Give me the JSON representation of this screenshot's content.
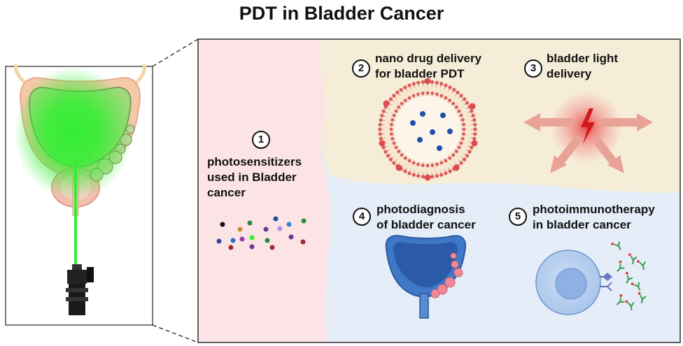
{
  "title": "PDT in Bladder Cancer",
  "sections": {
    "s1": {
      "number": "1",
      "line1": "photosensitizers",
      "line2": "used in Bladder",
      "line3": "cancer"
    },
    "s2": {
      "number": "2",
      "line1": "nano drug delivery",
      "line2": "for bladder PDT"
    },
    "s3": {
      "number": "3",
      "line1": "bladder light",
      "line2": "delivery"
    },
    "s4": {
      "number": "4",
      "line1": "photodiagnosis",
      "line2": "of bladder cancer"
    },
    "s5": {
      "number": "5",
      "line1": "photoimmunotherapy",
      "line2": "in bladder cancer"
    }
  },
  "colors": {
    "panel_pink": "#fbe3e6",
    "panel_beige": "#f6edd9",
    "panel_blue": "#e4edf8",
    "laser_green": "#33ee33",
    "bladder_blue": "#3f78c8",
    "tumor_pink": "#f08a9a",
    "lipid_red": "#d95a5a",
    "drug_blue": "#1f4fa8",
    "light_red": "#e23a3a"
  },
  "icons": [
    "bladder-laser-illustration",
    "camera-icon",
    "molecule-dots",
    "liposome-icon",
    "lightning-icon",
    "bladder-diagnosis-icon",
    "immune-cell-icon",
    "antibody-icon"
  ]
}
